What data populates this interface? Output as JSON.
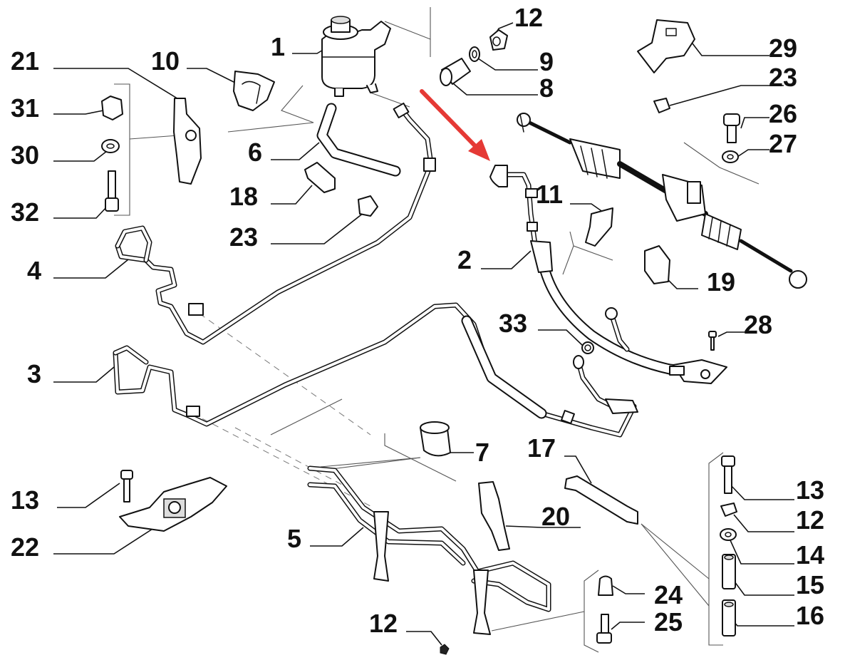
{
  "colors": {
    "ink": "#111111",
    "arrow": "#e53935",
    "background": "#ffffff"
  },
  "callouts": [
    {
      "id": "c1",
      "label": "1"
    },
    {
      "id": "c2",
      "label": "2"
    },
    {
      "id": "c3",
      "label": "3"
    },
    {
      "id": "c4",
      "label": "4"
    },
    {
      "id": "c5",
      "label": "5"
    },
    {
      "id": "c6",
      "label": "6"
    },
    {
      "id": "c7",
      "label": "7"
    },
    {
      "id": "c8",
      "label": "8"
    },
    {
      "id": "c9",
      "label": "9"
    },
    {
      "id": "c10",
      "label": "10"
    },
    {
      "id": "c11",
      "label": "11"
    },
    {
      "id": "c12a",
      "label": "12"
    },
    {
      "id": "c12b",
      "label": "12"
    },
    {
      "id": "c12c",
      "label": "12"
    },
    {
      "id": "c13a",
      "label": "13"
    },
    {
      "id": "c13b",
      "label": "13"
    },
    {
      "id": "c14",
      "label": "14"
    },
    {
      "id": "c15",
      "label": "15"
    },
    {
      "id": "c16",
      "label": "16"
    },
    {
      "id": "c17",
      "label": "17"
    },
    {
      "id": "c18",
      "label": "18"
    },
    {
      "id": "c19",
      "label": "19"
    },
    {
      "id": "c20",
      "label": "20"
    },
    {
      "id": "c21",
      "label": "21"
    },
    {
      "id": "c22",
      "label": "22"
    },
    {
      "id": "c23a",
      "label": "23"
    },
    {
      "id": "c23b",
      "label": "23"
    },
    {
      "id": "c24",
      "label": "24"
    },
    {
      "id": "c25",
      "label": "25"
    },
    {
      "id": "c26",
      "label": "26"
    },
    {
      "id": "c27",
      "label": "27"
    },
    {
      "id": "c28",
      "label": "28"
    },
    {
      "id": "c29",
      "label": "29"
    },
    {
      "id": "c30",
      "label": "30"
    },
    {
      "id": "c31",
      "label": "31"
    },
    {
      "id": "c32",
      "label": "32"
    },
    {
      "id": "c33",
      "label": "33"
    }
  ],
  "highlight_arrow": {
    "icon": "red-arrow-icon",
    "points_to_callout": "2"
  }
}
